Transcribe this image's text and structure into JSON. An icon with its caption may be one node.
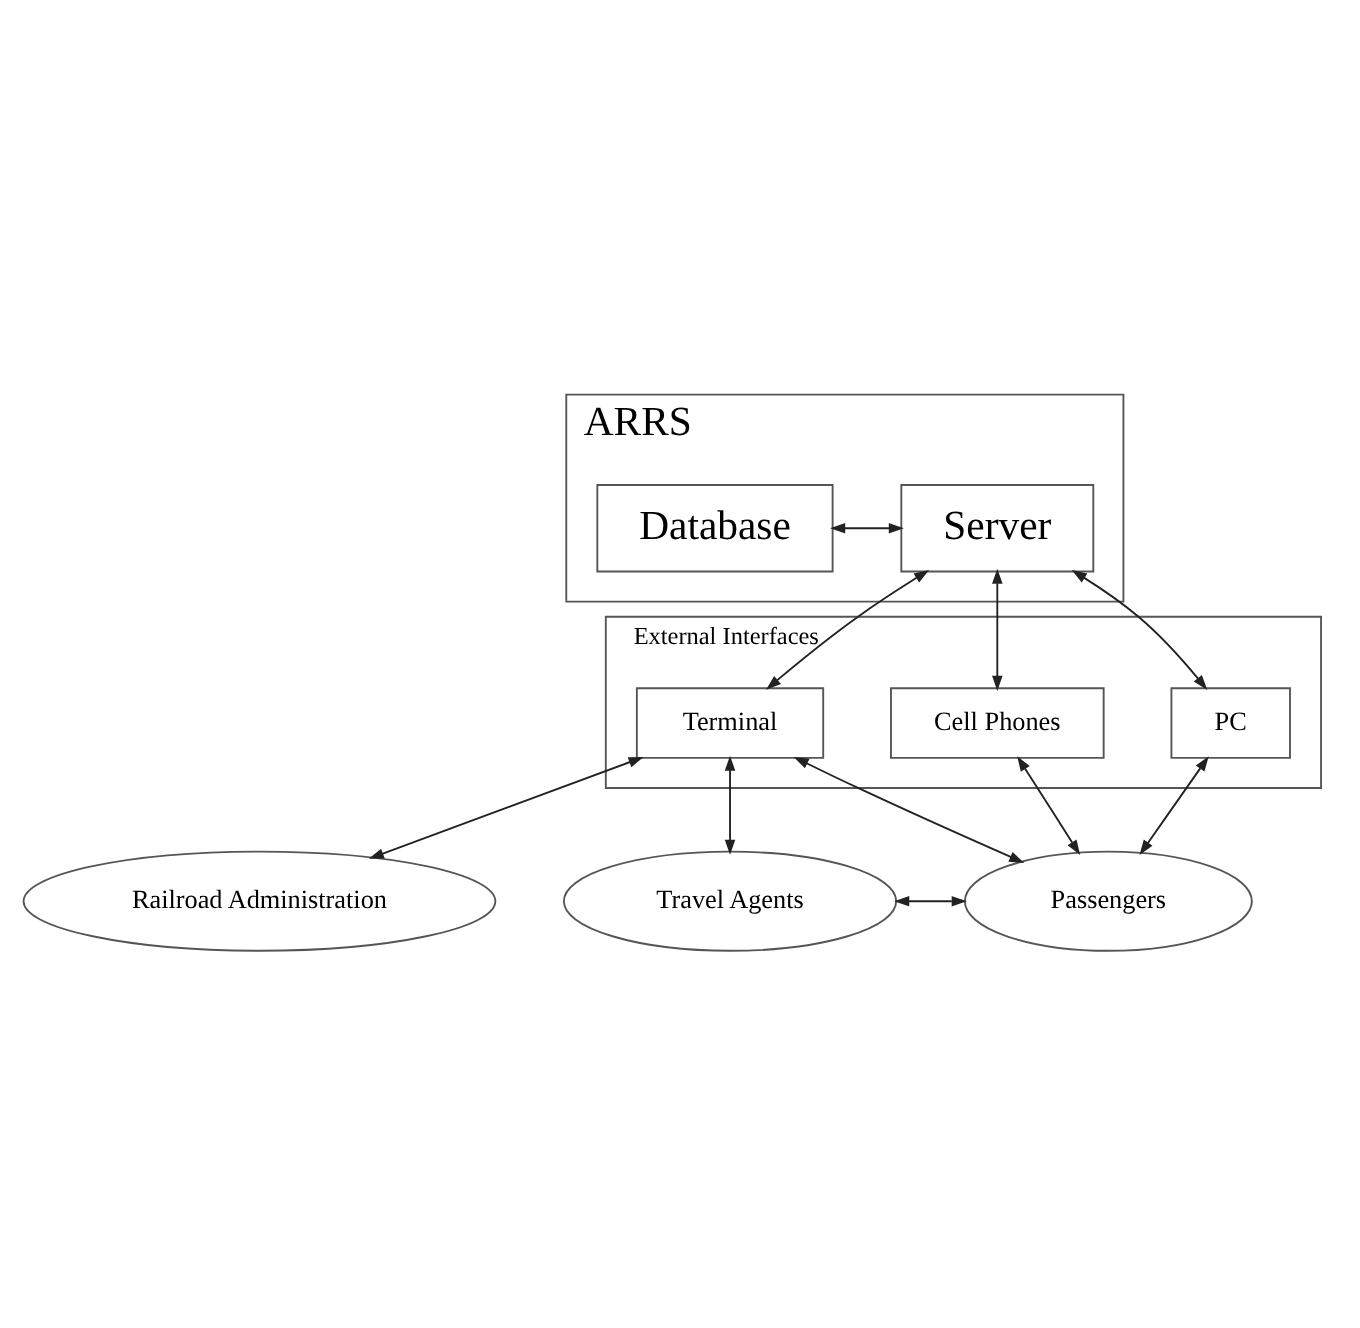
{
  "diagram": {
    "nodes": [
      {
        "text": [
          "ARRS"
        ]
      },
      {
        "text": [
          "Database"
        ],
        "in": 0
      },
      {
        "text": [
          "Server"
        ],
        "in": 0
      },
      {
        "text": [
          "External Interfaces"
        ]
      },
      {
        "text": [
          "Cell Phones"
        ],
        "in": 3
      },
      {
        "text": [
          "Terminal"
        ],
        "in": 3
      },
      {
        "text": [
          "PC"
        ],
        "in": 3
      },
      {
        "text": [
          "Railroad Administration"
        ]
      },
      {
        "text": [
          "Travel Agents"
        ]
      },
      {
        "text": [
          "Passengers"
        ]
      }
    ],
    "edges": [
      {
        "from": 1,
        "to": 2,
        "arrow": "both"
      },
      {
        "from": 2,
        "to": 4,
        "arrow": "both"
      },
      {
        "from": 2,
        "to": 5,
        "arrow": "both"
      },
      {
        "from": 2,
        "to": 6,
        "arrow": "both"
      },
      {
        "from": 5,
        "to": 7,
        "arrow": "both"
      },
      {
        "from": 5,
        "to": 8,
        "arrow": "both"
      },
      {
        "from": 5,
        "to": 9,
        "arrow": "both"
      },
      {
        "from": 4,
        "to": 9,
        "arrow": "both"
      },
      {
        "from": 6,
        "to": 9,
        "arrow": "both"
      },
      {
        "from": 8,
        "to": 9,
        "arrow": "both"
      }
    ]
  }
}
